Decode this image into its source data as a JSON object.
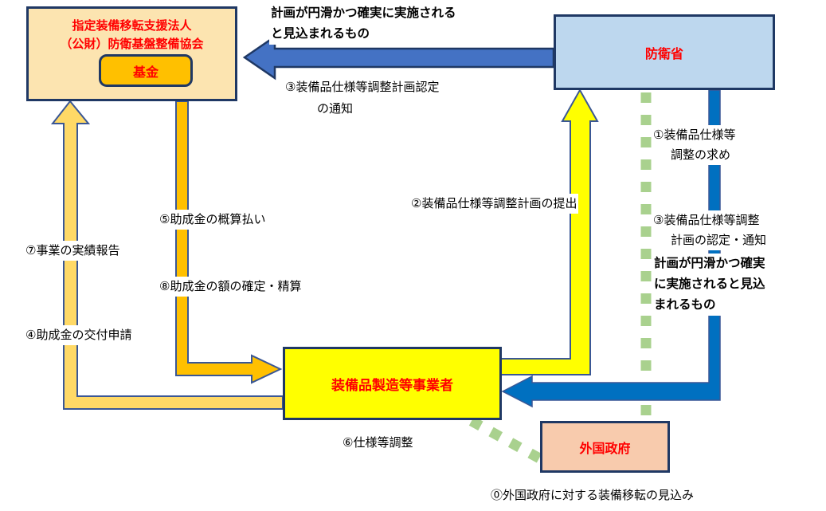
{
  "diagram": {
    "boxes": {
      "support_org": {
        "line1": "指定装備移転支援法人",
        "line2": "（公財）防衛基盤整備協会",
        "fund": "基金"
      },
      "mod": {
        "label": "防衛省"
      },
      "manufacturer": {
        "label": "装備品製造等事業者"
      },
      "foreign_gov": {
        "label": "外国政府"
      }
    },
    "notes": {
      "top": {
        "line1": "計画が円滑かつ確実に実施される",
        "line2": "と見込まれるもの"
      },
      "right": {
        "line1": "計画が円滑かつ確実",
        "line2": "に実施されると見込",
        "line3": "まれるもの"
      }
    },
    "steps": {
      "s0": "⓪外国政府に対する装備移転の見込み",
      "s1_line1": "①装備品仕様等",
      "s1_line2": "調整の求め",
      "s2": "②装備品仕様等調整計画の提出",
      "s3_notice_line1": "③装備品仕様等調整計画認定",
      "s3_notice_line2": "の通知",
      "s3_right_line1": "③装備品仕様等調整",
      "s3_right_line2": "計画の認定・通知",
      "s4": "④助成金の交付申請",
      "s5": "⑤助成金の概算払い",
      "s6": "⑥仕様等調整",
      "s7": "⑦事業の実績報告",
      "s8": "⑧助成金の額の確定・精算"
    },
    "colors": {
      "support_org_fill": "#FCE4B0",
      "fund_fill": "#FFC000",
      "mod_fill": "#BDD7EE",
      "manufacturer_fill": "#FFFF00",
      "foreign_gov_fill": "#F8CBAD",
      "box_border": "#1F3864",
      "box_text": "#FF0000",
      "arrow_blue": "#4472C4",
      "arrow_blue_strong": "#0070C0",
      "arrow_yellow": "#FFFF00",
      "arrow_orange": "#FFC000",
      "arrow_light_gold": "#FFD966",
      "dashed_green": "#A9D18E"
    }
  }
}
